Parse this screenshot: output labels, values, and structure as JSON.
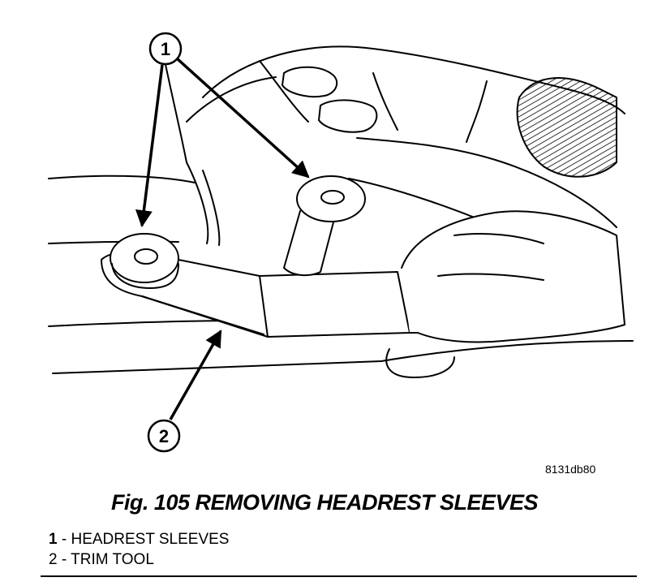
{
  "figure": {
    "image_code": "8131db80",
    "caption": "Fig. 105 REMOVING HEADREST SLEEVES",
    "callouts": [
      "1",
      "2"
    ]
  },
  "legend": [
    {
      "num": "1",
      "sep": " - ",
      "label": "HEADREST SLEEVES"
    },
    {
      "num": "2",
      "sep": " - ",
      "label": "TRIM TOOL"
    }
  ]
}
